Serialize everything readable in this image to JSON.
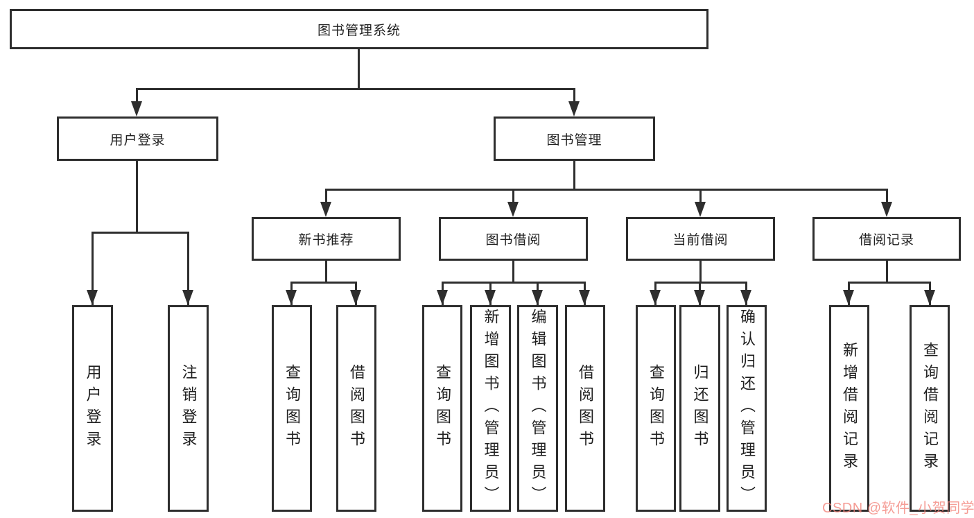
{
  "tree": {
    "label": "图书管理系统",
    "children": [
      {
        "label": "用户登录",
        "children": [
          {
            "label": "用户登录"
          },
          {
            "label": "注销登录"
          }
        ]
      },
      {
        "label": "图书管理",
        "children": [
          {
            "label": "新书推荐",
            "children": [
              {
                "label": "查询图书"
              },
              {
                "label": "借阅图书"
              }
            ]
          },
          {
            "label": "图书借阅",
            "children": [
              {
                "label": "查询图书"
              },
              {
                "label": "新增图书（管理员）"
              },
              {
                "label": "编辑图书（管理员）"
              },
              {
                "label": "借阅图书"
              }
            ]
          },
          {
            "label": "当前借阅",
            "children": [
              {
                "label": "查询图书"
              },
              {
                "label": "归还图书"
              },
              {
                "label": "确认归还（管理员）"
              }
            ]
          },
          {
            "label": "借阅记录",
            "children": [
              {
                "label": "新增借阅记录"
              },
              {
                "label": "查询借阅记录"
              }
            ]
          }
        ]
      }
    ]
  },
  "watermark": {
    "text": "CSDN @软件_小贺同学"
  },
  "colors": {
    "line": "#2e2e2e",
    "border": "#2e2e2e",
    "text": "#1f1f1f",
    "background": "#ffffff",
    "watermark": "#f28278"
  }
}
